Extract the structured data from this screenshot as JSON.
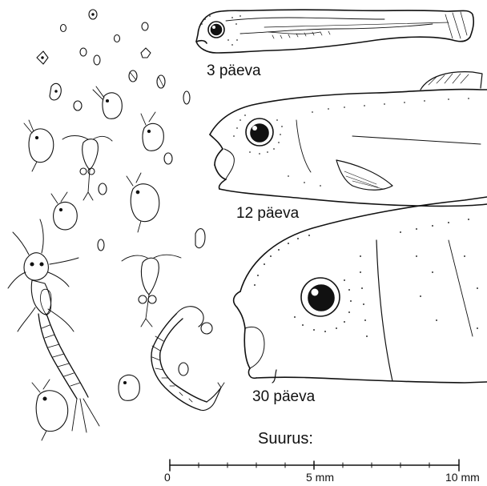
{
  "stages": [
    {
      "label": "3 päeva"
    },
    {
      "label": "12 päeva"
    },
    {
      "label": "30 päeva"
    }
  ],
  "scale": {
    "title": "Suurus:",
    "ticks": [
      "0",
      "5 mm",
      "10 mm"
    ]
  }
}
